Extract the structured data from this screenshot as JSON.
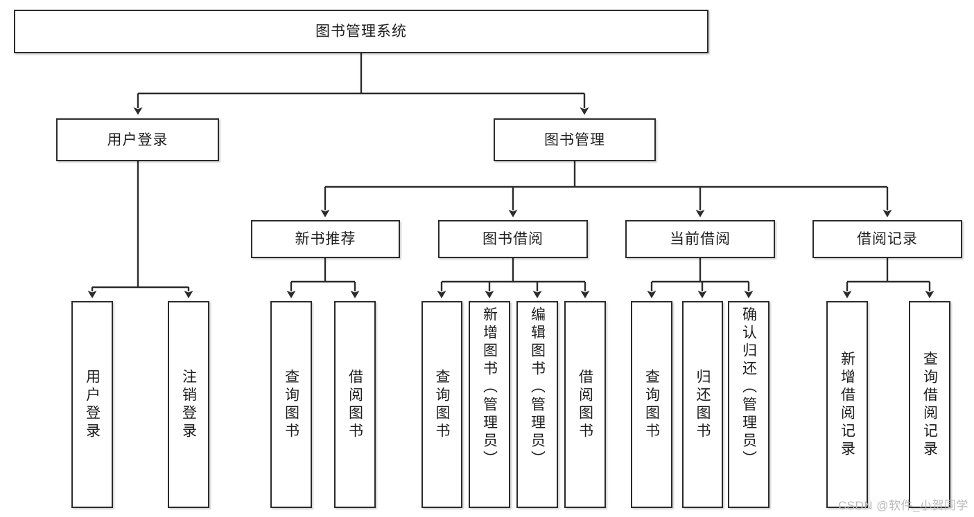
{
  "diagram": {
    "type": "tree",
    "title": "图书管理系统",
    "root": {
      "label": "图书管理系统"
    },
    "level2": [
      {
        "label": "用户登录"
      },
      {
        "label": "图书管理"
      }
    ],
    "level3": [
      {
        "label": "新书推荐"
      },
      {
        "label": "图书借阅"
      },
      {
        "label": "当前借阅"
      },
      {
        "label": "借阅记录"
      }
    ],
    "leaves": {
      "user_login": [
        {
          "label": "用户登录"
        },
        {
          "label": "注销登录"
        }
      ],
      "new_book_recommend": [
        {
          "label": "查询图书"
        },
        {
          "label": "借阅图书"
        }
      ],
      "book_borrow": [
        {
          "label": "查询图书"
        },
        {
          "label": "新增图书（管理员）"
        },
        {
          "label": "编辑图书（管理员）"
        },
        {
          "label": "借阅图书"
        }
      ],
      "current_borrow": [
        {
          "label": "查询图书"
        },
        {
          "label": "归还图书"
        },
        {
          "label": "确认归还（管理员）"
        }
      ],
      "borrow_record": [
        {
          "label": "新增借阅记录"
        },
        {
          "label": "查询借阅记录"
        }
      ]
    }
  },
  "watermark": {
    "text": "CSDN @软件_小贺同学"
  },
  "colors": {
    "stroke": "#2b2b2b",
    "fill": "#ffffff",
    "text": "#1d1d1d",
    "watermark": "#b9b9b9"
  }
}
